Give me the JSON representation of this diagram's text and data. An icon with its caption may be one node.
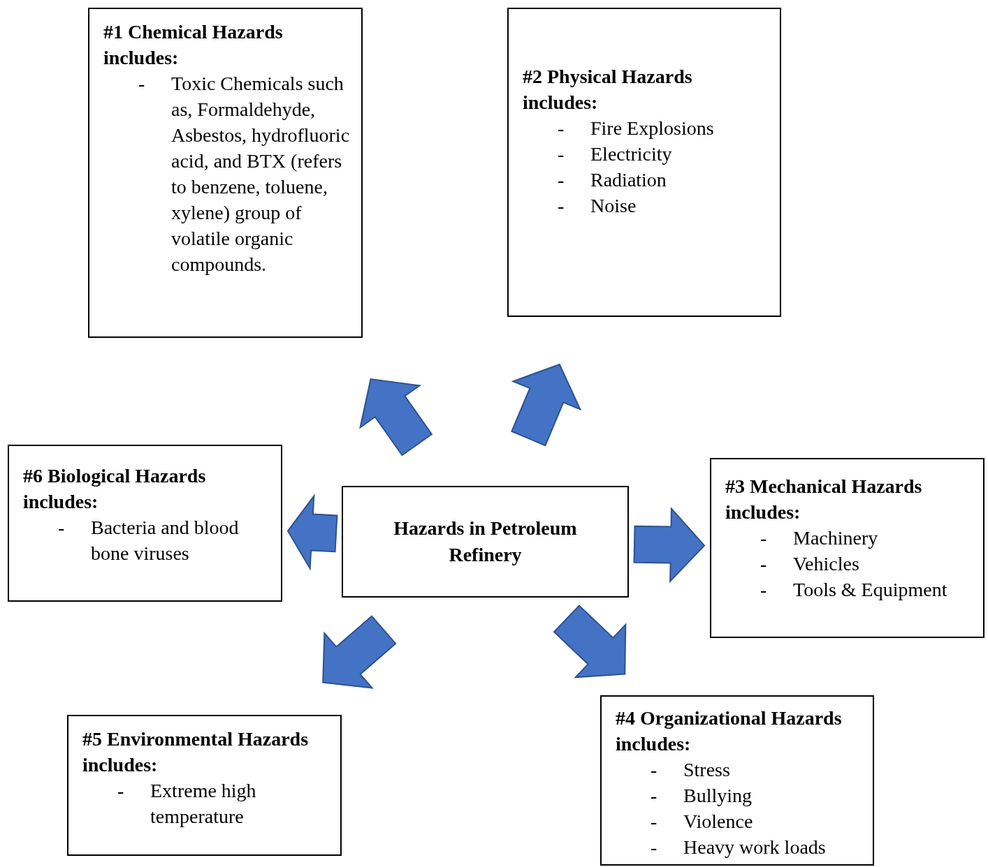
{
  "diagram": {
    "nodes": [
      {
        "text": [
          "Hazards in Petroleum Refinery"
        ]
      },
      {
        "text": [
          "#1 Chemical Hazards includes:",
          "-",
          "Toxic Chemicals such as, Formaldehyde, Asbestos, hydrofluoric acid, and BTX (refers to benzene, toluene, xylene) group of volatile organic compounds."
        ]
      },
      {
        "text": [
          "#2 Physical Hazards includes:",
          "-",
          "Fire Explosions",
          "-",
          "Electricity",
          "-",
          "Radiation",
          "-",
          "Noise"
        ]
      },
      {
        "text": [
          "#3 Mechanical Hazards includes:",
          "-",
          "Machinery",
          "-",
          "Vehicles",
          "-",
          "Tools & Equipment"
        ]
      },
      {
        "text": [
          "#4 Organizational Hazards includes:",
          "-",
          "Stress",
          "-",
          "Bullying",
          "-",
          "Violence",
          "-",
          "Heavy work loads"
        ]
      },
      {
        "text": [
          "#5 Environmental Hazards includes:",
          "-",
          "Extreme high temperature"
        ]
      },
      {
        "text": [
          "#6 Biological Hazards includes:",
          "-",
          "Bacteria and blood bone viruses"
        ]
      }
    ],
    "edges": [
      {
        "from": 0,
        "to": 1,
        "arrow": "to"
      },
      {
        "from": 0,
        "to": 2,
        "arrow": "to"
      },
      {
        "from": 0,
        "to": 3,
        "arrow": "to"
      },
      {
        "from": 0,
        "to": 4,
        "arrow": "to"
      },
      {
        "from": 0,
        "to": 5,
        "arrow": "to"
      },
      {
        "from": 0,
        "to": 6,
        "arrow": "to"
      }
    ]
  }
}
